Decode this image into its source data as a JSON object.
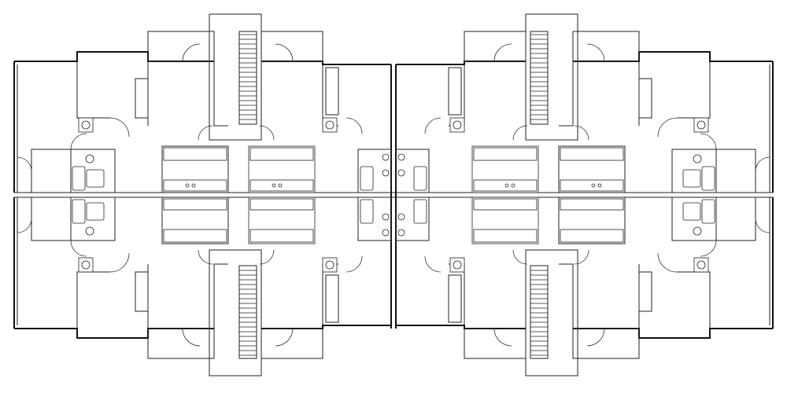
{
  "drawing": {
    "type": "architectural-floor-plan",
    "colors": {
      "line": "#111111",
      "background": "#ffffff"
    },
    "layout": {
      "buildings": 2,
      "mirrored_rows": 2,
      "stairwells": 4,
      "bathrooms_per_building": 8,
      "kitchens_per_building": 8
    }
  }
}
